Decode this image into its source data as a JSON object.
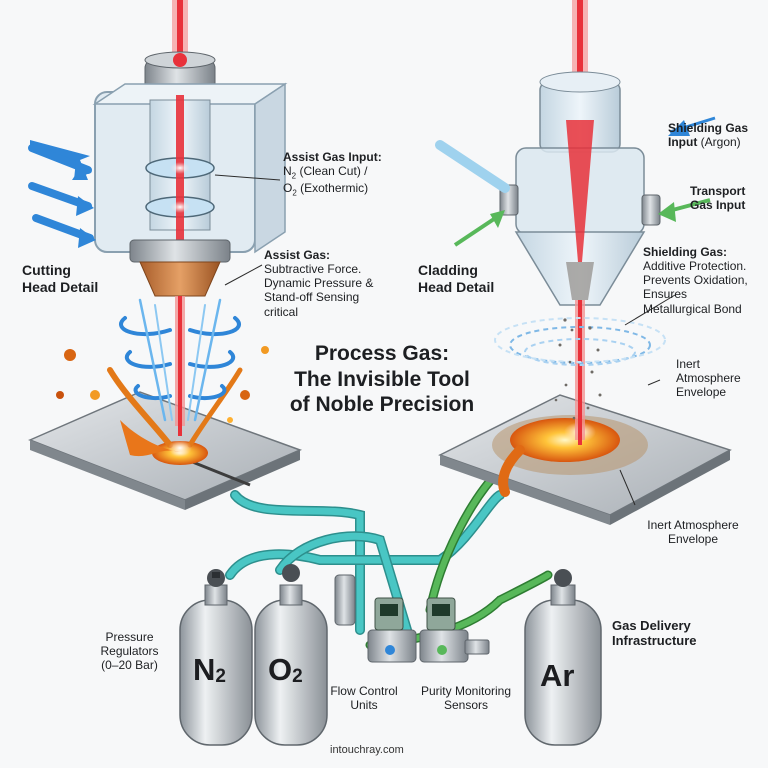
{
  "title": {
    "line1": "Process Gas:",
    "line2": "The Invisible Tool",
    "line3": "of Noble Precision"
  },
  "cutting": {
    "heading_l1": "Cutting",
    "heading_l2": "Head Detail",
    "assist_input_head": "Assist Gas Input:",
    "assist_input_n": "N",
    "assist_input_n_sub": "2",
    "assist_input_n_rest": " (Clean Cut) /",
    "assist_input_o": "O",
    "assist_input_o_sub": "2",
    "assist_input_o_rest": " (Exothermic)",
    "assist_gas_head": "Assist Gas:",
    "assist_gas_l1": "Subtractive Force.",
    "assist_gas_l2": "Dynamic Pressure &",
    "assist_gas_l3": "Stand-off Sensing",
    "assist_gas_l4": "critical"
  },
  "cladding": {
    "heading_l1": "Cladding",
    "heading_l2": "Head Detail",
    "shield_input_l1": "Shielding Gas",
    "shield_input_l2a": "Input",
    "shield_input_l2b": " (Argon)",
    "transport_l1": "Transport",
    "transport_l2": "Gas Input",
    "shield_gas_head": "Shielding Gas:",
    "shield_gas_l1": "Additive Protection.",
    "shield_gas_l2": "Prevents Oxidation,",
    "shield_gas_l3": "Ensures",
    "shield_gas_l4": "Metallurgical Bond",
    "inert_upper_l1": "Inert",
    "inert_upper_l2": "Atmosphere",
    "inert_upper_l3": "Envelope",
    "inert_lower_l1": "Inert Atmosphere",
    "inert_lower_l2": "Envelope"
  },
  "supply": {
    "regulators_l1": "Pressure",
    "regulators_l2": "Regulators",
    "regulators_l3": "(0–20 Bar)",
    "n2_main": "N",
    "n2_sub": "2",
    "o2_main": "O",
    "o2_sub": "2",
    "ar": "Ar",
    "flow_l1": "Flow Control",
    "flow_l2": "Units",
    "purity_l1": "Purity Monitoring",
    "purity_l2": "Sensors",
    "infra_l1": "Gas Delivery",
    "infra_l2": "Infrastructure"
  },
  "footer": {
    "site": "intouchray.com"
  },
  "colors": {
    "laser": "#e8313a",
    "assist_arrow": "#2f86d8",
    "teal_hose": "#49c6c4",
    "green_hose": "#58b85a",
    "molten": "#f39a1a",
    "steel": "#9aa1a8",
    "nozzle": "#c9793c"
  }
}
